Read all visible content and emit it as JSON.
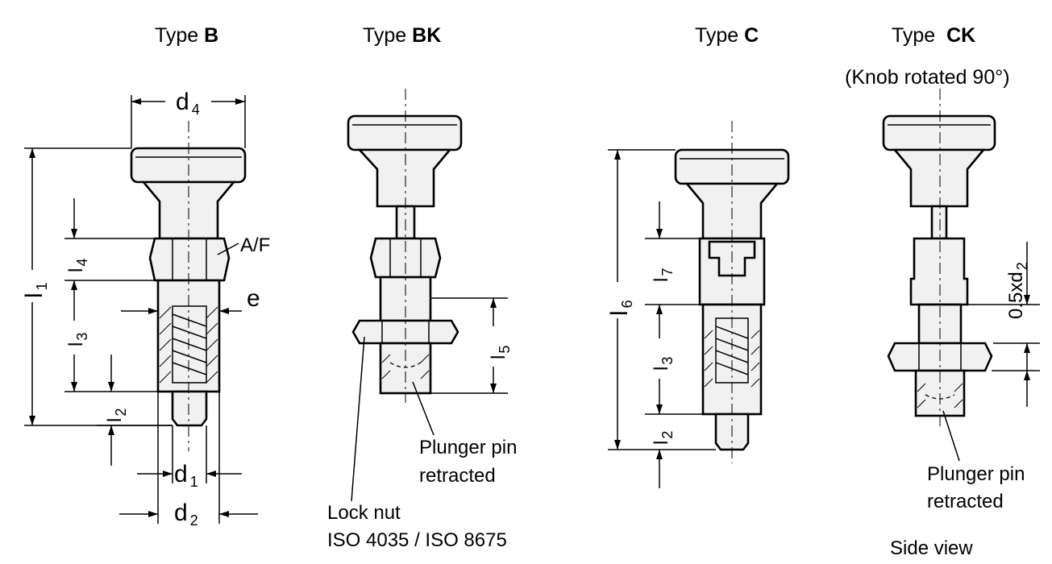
{
  "types": {
    "b": {
      "prefix": "Type ",
      "code": "B"
    },
    "bk": {
      "prefix": "Type ",
      "code": "BK"
    },
    "c": {
      "prefix": "Type ",
      "code": "C"
    },
    "ck": {
      "prefix": "Type  ",
      "code": "CK",
      "note": "(Knob rotated 90°)"
    }
  },
  "dimensions": {
    "d4": {
      "base": "d",
      "sub": "4"
    },
    "d1": {
      "base": "d",
      "sub": "1"
    },
    "d2": {
      "base": "d",
      "sub": "2"
    },
    "l1": {
      "base": "l",
      "sub": "1"
    },
    "l2": {
      "base": "l",
      "sub": "2"
    },
    "l3": {
      "base": "l",
      "sub": "3"
    },
    "l4": {
      "base": "l",
      "sub": "4"
    },
    "l5": {
      "base": "l",
      "sub": "5"
    },
    "l6": {
      "base": "l",
      "sub": "6"
    },
    "l7": {
      "base": "l",
      "sub": "7"
    },
    "af": "A/F",
    "e": "e",
    "half_d2": {
      "base": "0.5xd",
      "sub": "2"
    }
  },
  "callouts": {
    "plunger_bk": [
      "Plunger pin",
      "retracted"
    ],
    "plunger_ck": [
      "Plunger pin",
      "retracted"
    ],
    "lock_nut": [
      "Lock nut",
      "ISO 4035 / ISO 8675"
    ],
    "side_view": "Side view"
  }
}
